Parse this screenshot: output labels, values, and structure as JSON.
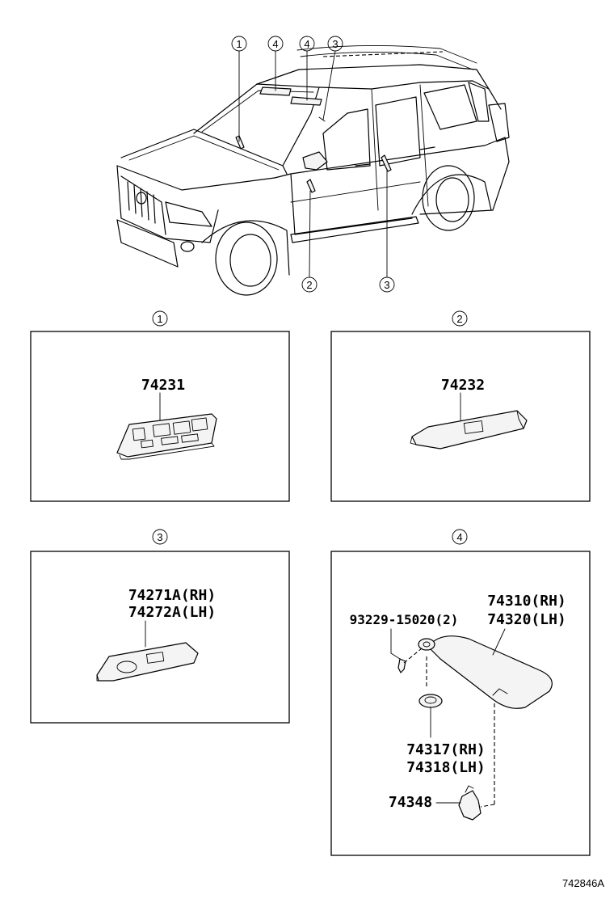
{
  "callouts": {
    "top": [
      "1",
      "4",
      "4",
      "3"
    ],
    "bottom": [
      "2",
      "3"
    ]
  },
  "panels": [
    {
      "id": "1",
      "parts": [
        "74231"
      ]
    },
    {
      "id": "2",
      "parts": [
        "74232"
      ]
    },
    {
      "id": "3",
      "parts": [
        "74271A(RH)",
        "74272A(LH)"
      ]
    },
    {
      "id": "4",
      "parts": [
        "74310(RH)",
        "74320(LH)",
        "93229-15020(2)",
        "74317(RH)",
        "74318(LH)",
        "74348"
      ]
    }
  ],
  "figure_id": "742846A"
}
